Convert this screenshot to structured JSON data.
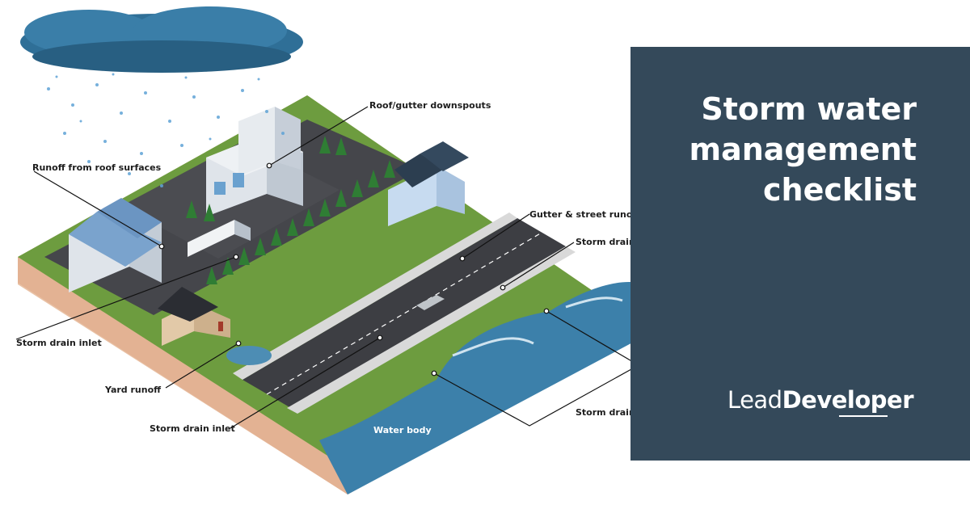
{
  "labels": {
    "roof_gutter_downspouts": "Roof/gutter downspouts",
    "runoff_from_roof_surfaces": "Runoff from roof surfaces",
    "gutter_street_runoff": "Gutter & street runoff",
    "storm_drain_system": "Storm drain system",
    "storm_drain_inlet_1": "Storm drain inlet",
    "yard_runoff": "Yard runoff",
    "storm_drain_inlet_2": "Storm drain inlet",
    "storm_drain_outlets": "Storm drain outlets",
    "water_body": "Water body"
  },
  "panel": {
    "title": "Storm water\nmanagement\nchecklist",
    "brand_part1": "Lead",
    "brand_part2": "Developer"
  },
  "colors": {
    "panel_bg": "#34495a",
    "grass": "#6c9a3d",
    "road": "#3f3f44",
    "water": "#3b7fa8",
    "soil": "#e6b99a"
  }
}
